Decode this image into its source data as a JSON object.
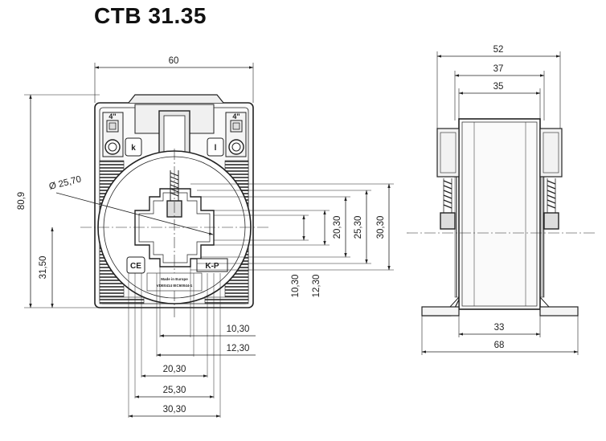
{
  "title": "CTB 31.35",
  "front_view": {
    "width": "60",
    "height": "80,9",
    "center_height": "31,50",
    "diameter": "Ø 25,70",
    "h_inner_small": "20,30",
    "h_inner_mid": "25,30",
    "h_inner_large": "30,30",
    "v_inner_small": "10,30",
    "v_inner_large": "12,30",
    "w_small": "10,30",
    "w_mid": "12,30",
    "w_b1": "20,30",
    "w_b2": "25,30",
    "w_b3": "30,30",
    "terminal_k": "k",
    "terminal_l": "l",
    "stamp_line1": "Made in Europe",
    "stamp_line2": "VDE0414 IEC60044-1",
    "logo_kp": "K-P",
    "logo_ce": "CE",
    "pin_label": "4\""
  },
  "side_view": {
    "w52": "52",
    "w37": "37",
    "w35": "35",
    "w33": "33",
    "w68": "68"
  }
}
